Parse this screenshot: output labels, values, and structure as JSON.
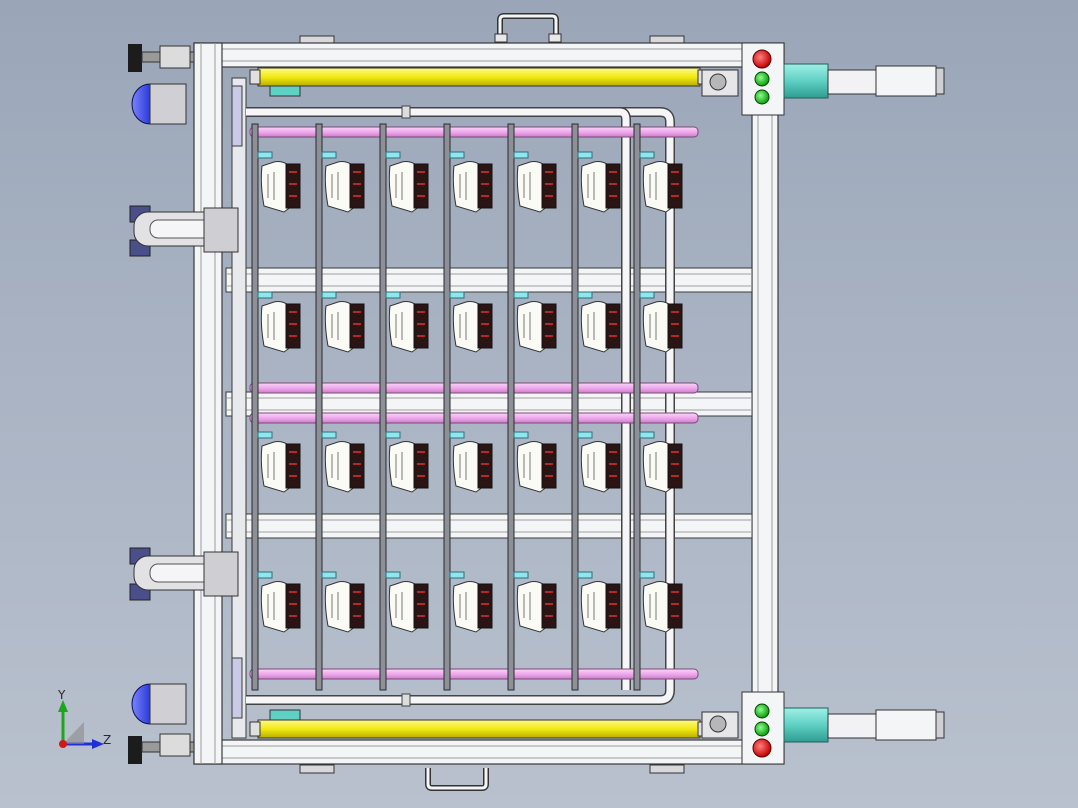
{
  "viewport": {
    "background_top": "#9aa6b8",
    "background_bottom": "#b9c1ce",
    "view": "top"
  },
  "triad": {
    "y_label": "Y",
    "z_label": "Z",
    "y_color": "#1aa81a",
    "z_color": "#2030d8",
    "origin_color": "#d01818"
  },
  "assembly": {
    "frame_color": "#f4f5f7",
    "frame_edge": "#3a3a3a",
    "sensor_bar_color": "#f2ea12",
    "pink_tube_color": "#f0a8ee",
    "cyan_tab_color": "#8fe6ee",
    "caster_wheel_color": "#2c3ad8",
    "foot_color": "#1c1c1c",
    "motor_color": "#5fd0c4",
    "grid": {
      "rows": 4,
      "columns": 7
    },
    "indicator_lights": {
      "top": [
        "red",
        "green",
        "green"
      ],
      "bottom": [
        "green",
        "green",
        "red"
      ]
    }
  },
  "icons": {
    "stop": "stop-button-icon",
    "lamp": "indicator-lamp-icon",
    "caster": "caster-wheel-icon",
    "motor": "servo-motor-icon"
  }
}
